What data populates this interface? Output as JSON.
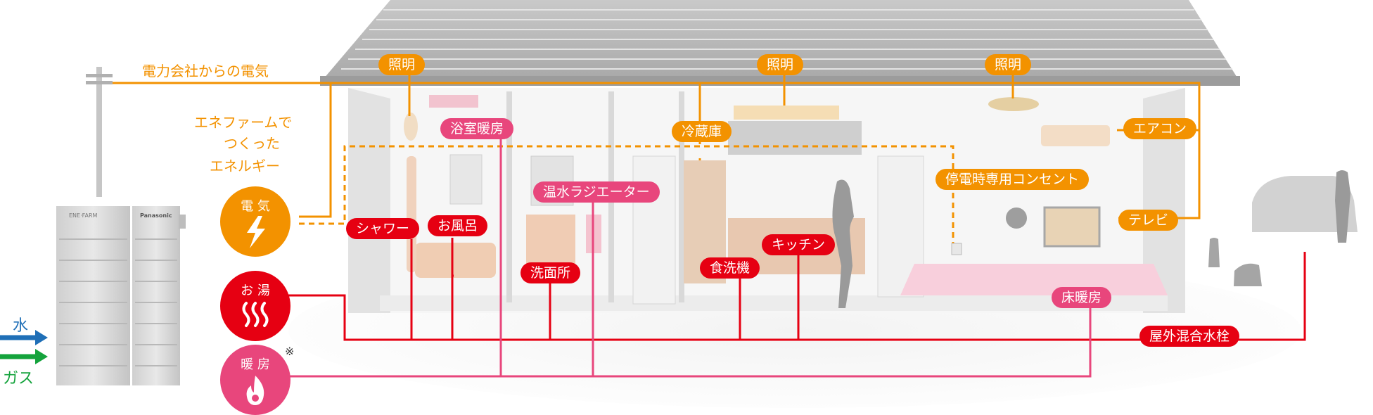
{
  "labels": {
    "grid_power": "電力会社からの電気",
    "enefarm_line1": "エネファームで",
    "enefarm_line2": "つくった",
    "enefarm_line3": "エネルギー",
    "lighting_1": "照明",
    "lighting_2": "照明",
    "lighting_3": "照明",
    "bath_heater": "浴室暖房",
    "refrigerator": "冷蔵庫",
    "air_conditioner": "エアコン",
    "outage_outlet": "停電時専用コンセント",
    "tv": "テレビ",
    "warm_radiator": "温水ラジエーター",
    "shower": "シャワー",
    "bath": "お風呂",
    "washroom": "洗面所",
    "dishwasher": "食洗機",
    "kitchen": "キッチン",
    "floor_heating": "床暖房",
    "outdoor_faucet": "屋外混合水栓"
  },
  "circles": {
    "electricity": "電 気",
    "hot_water": "お 湯",
    "heating": "暖 房",
    "note_mark": "※"
  },
  "inputs": {
    "water": "水",
    "gas": "ガス"
  },
  "unit_brand": {
    "left": "ENE·FARM",
    "right": "Panasonic"
  },
  "colors": {
    "electric": "#f39200",
    "hot_water": "#e60012",
    "heating": "#e8467c",
    "water_arrow": "#1f6fb7",
    "gas_arrow": "#14a33c"
  }
}
